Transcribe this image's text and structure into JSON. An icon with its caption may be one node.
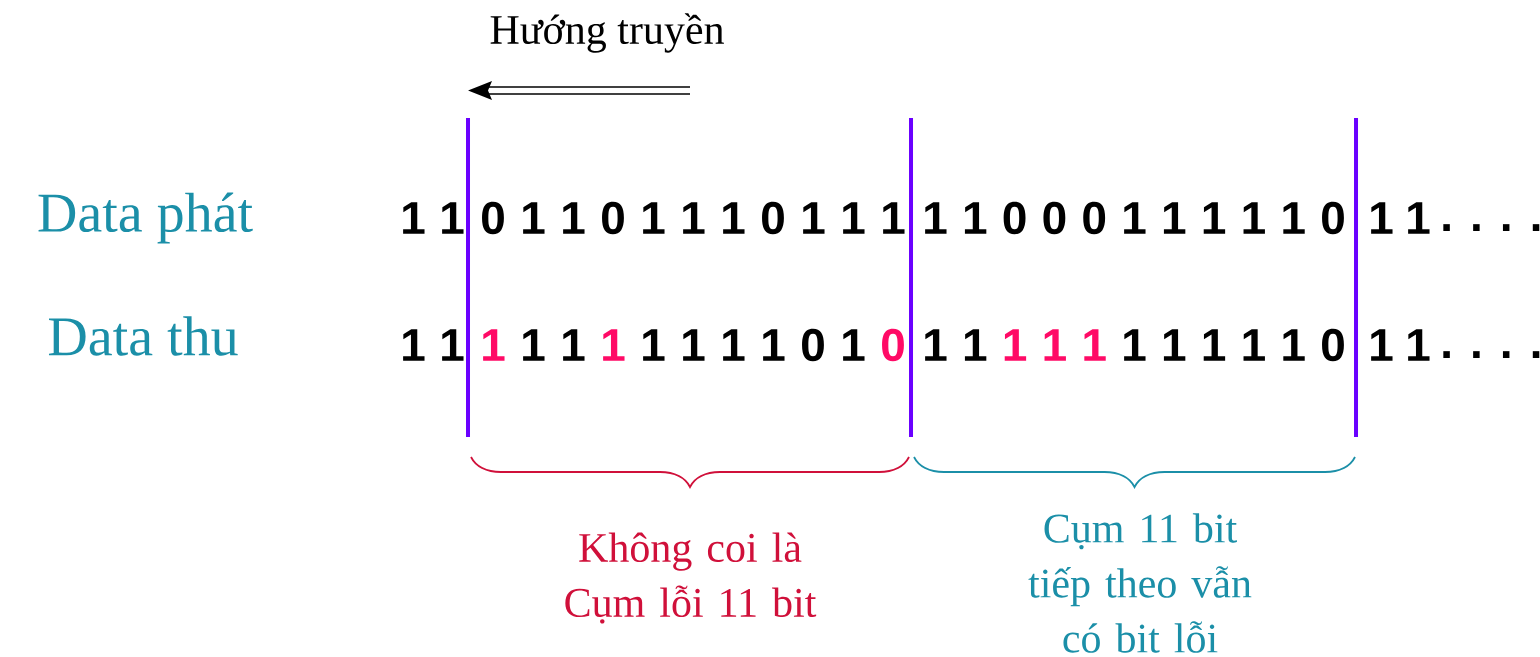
{
  "diagram": {
    "labels": [
      "Hướng truyền",
      "Data phát",
      "1",
      "1",
      "0",
      "1",
      "1",
      "0",
      "1",
      "1",
      "1",
      "0",
      "1",
      "1",
      "1",
      "1",
      "1",
      "0",
      "0",
      "0",
      "1",
      "1",
      "1",
      "1",
      "1",
      "0",
      "1",
      "1",
      ". . . .",
      "Data thu",
      "1",
      "1",
      "1",
      "1",
      "1",
      "1",
      "1",
      "1",
      "1",
      "1",
      "0",
      "1",
      "0",
      "1",
      "1",
      "1",
      "1",
      "1",
      "1",
      "1",
      "1",
      "1",
      "1",
      "0",
      "1",
      "1",
      ". . . .",
      "Không coi là Cụm lỗi 11 bit",
      "Cụm 11 bit tiếp theo vẫn có bit lỗi"
    ]
  }
}
